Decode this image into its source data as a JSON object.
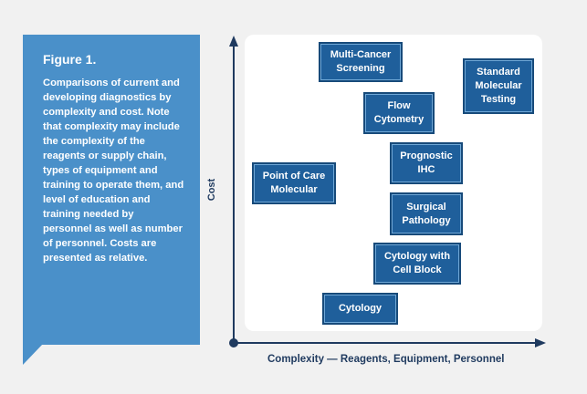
{
  "caption": {
    "title": "Figure 1.",
    "body": "Comparisons of current and developing diagnostics by complexity and cost. Note that complexity may include the complexity of the reagents or supply chain, types of equipment and training to operate them, and level of education and training needed by personnel as well as number of personnel. Costs are presented as relative."
  },
  "axes": {
    "y_label": "Cost",
    "x_label": "Complexity — Reagents, Equipment, Personnel"
  },
  "boxes": {
    "multi_cancer": "Multi-Cancer\nScreening",
    "standard_molecular": "Standard\nMolecular\nTesting",
    "flow": "Flow\nCytometry",
    "prognostic_ihc": "Prognostic\nIHC",
    "point_of_care": "Point of Care\nMolecular",
    "surgical": "Surgical\nPathology",
    "cytology_cell_block": "Cytology with\nCell Block",
    "cytology": "Cytology"
  },
  "colors": {
    "card": "#4a90c9",
    "box": "#1f5f9b",
    "axis": "#1f3a5f"
  }
}
